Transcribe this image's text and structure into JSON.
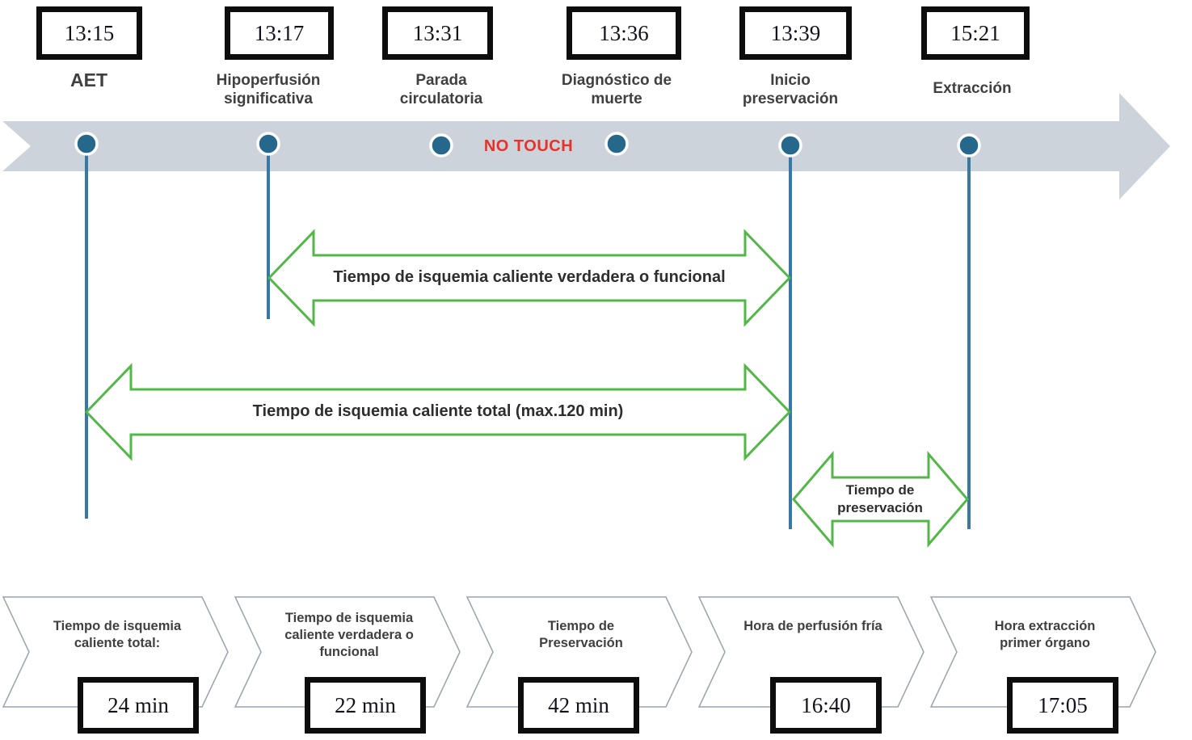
{
  "colors": {
    "band": "#cdd3da",
    "dot": "#26688c",
    "line": "#3878a3",
    "green": "#53b748",
    "red": "#e5332b",
    "ink": "#0d0d0d",
    "time-ink": "#12121c",
    "label-ink": "#404040",
    "chev": "#9aa3ad"
  },
  "timeline": {
    "no_touch_label": "NO TOUCH",
    "events": [
      {
        "time": "13:15",
        "label": "AET"
      },
      {
        "time": "13:17",
        "label": "Hipoperfusión significativa"
      },
      {
        "time": "13:31",
        "label": "Parada circulatoria"
      },
      {
        "time": "13:36",
        "label": "Diagnóstico de muerte"
      },
      {
        "time": "13:39",
        "label": "Inicio preservación"
      },
      {
        "time": "15:21",
        "label": "Extracción"
      }
    ]
  },
  "intervals": [
    {
      "label": "Tiempo de isquemia caliente verdadera o funcional"
    },
    {
      "label": "Tiempo de isquemia caliente total (max.120 min)"
    },
    {
      "label": "Tiempo de preservación"
    }
  ],
  "summary": [
    {
      "label": "Tiempo de isquemia caliente total:",
      "value": "24 min"
    },
    {
      "label": "Tiempo de isquemia caliente verdadera o funcional",
      "value": "22 min"
    },
    {
      "label": "Tiempo de Preservación",
      "value": "42 min"
    },
    {
      "label": "Hora de perfusión fría",
      "value": "16:40"
    },
    {
      "label": "Hora extracción primer órgano",
      "value": "17:05"
    }
  ]
}
